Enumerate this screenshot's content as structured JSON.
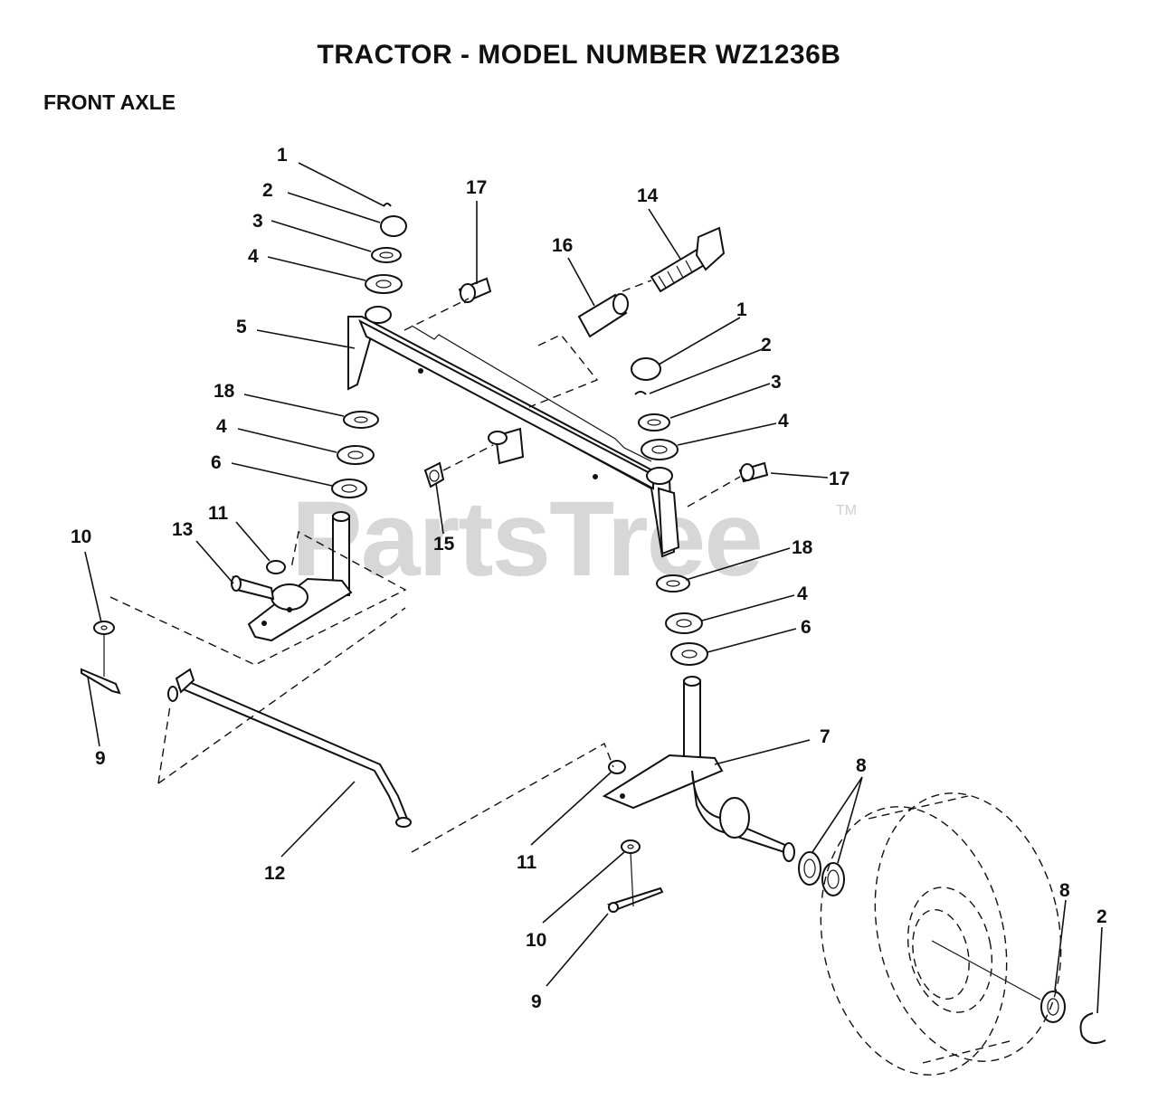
{
  "header": {
    "title": "TRACTOR  - MODEL NUMBER WZ1236B",
    "section": "FRONT AXLE"
  },
  "watermark": {
    "text": "PartsTree",
    "tm": "TM"
  },
  "callouts": [
    "1",
    "2",
    "3",
    "4",
    "5",
    "18",
    "4",
    "6",
    "17",
    "16",
    "14",
    "1",
    "2",
    "3",
    "4",
    "17",
    "15",
    "18",
    "4",
    "6",
    "10",
    "13",
    "11",
    "9",
    "12",
    "7",
    "8",
    "11",
    "10",
    "9",
    "8",
    "2"
  ]
}
